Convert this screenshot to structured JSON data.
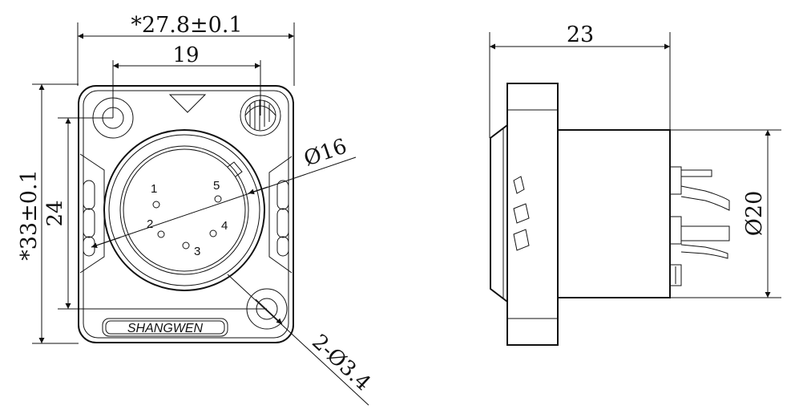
{
  "front_view": {
    "dim_width": "*27.8±0.1",
    "dim_hole_spacing": "19",
    "dim_height": "*33±0.1",
    "dim_hole_vertical": "24",
    "dim_inner_diameter": "Ø16",
    "dim_mount_holes": "2-Ø3.4",
    "brand": "SHANGWEN",
    "pins": [
      "1",
      "2",
      "3",
      "4",
      "5"
    ]
  },
  "side_view": {
    "dim_depth": "23",
    "dim_body_diameter": "Ø20"
  }
}
